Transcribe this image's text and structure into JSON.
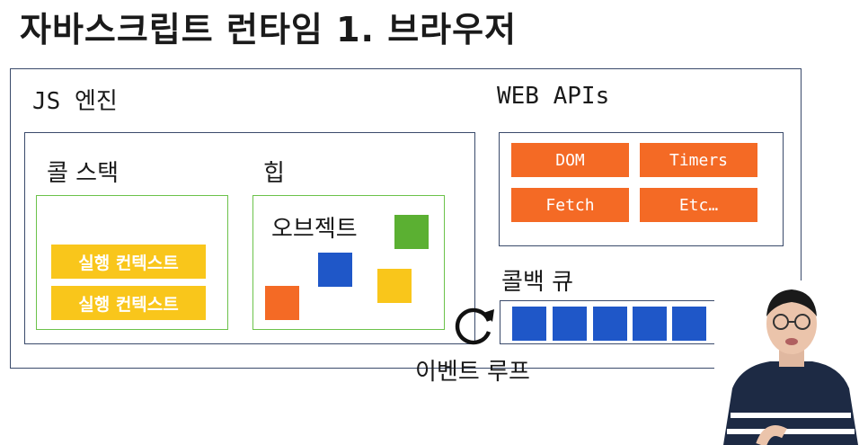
{
  "title": "자바스크립트 런타임 1. 브라우저",
  "js_engine": {
    "label": "JS 엔진",
    "call_stack": {
      "label": "콜 스택",
      "frames": [
        "실행 컨텍스트",
        "실행 컨텍스트"
      ]
    },
    "heap": {
      "label": "힙",
      "objects_label": "오브젝트",
      "colors": [
        "#5bb032",
        "#1f57c8",
        "#f9c61b",
        "#f46a25"
      ]
    }
  },
  "web_apis": {
    "label": "WEB APIs",
    "items": [
      "DOM",
      "Timers",
      "Fetch",
      "Etc…"
    ],
    "color": "#f46a25"
  },
  "callback_queue": {
    "label": "콜백 큐",
    "item_count": 5,
    "color": "#1f57c8"
  },
  "event_loop": {
    "label": "이벤트 루프"
  }
}
